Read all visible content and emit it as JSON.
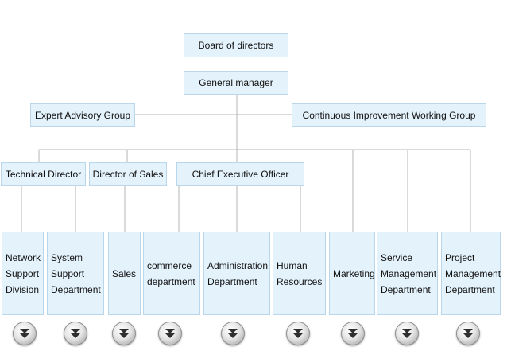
{
  "chart": {
    "top": {
      "board": "Board of directors",
      "gm": "General manager"
    },
    "side_groups": {
      "left": "Expert Advisory Group",
      "right": "Continuous Improvement Working Group"
    },
    "directors": [
      "Technical Director",
      "Director of Sales",
      "Chief Executive Officer"
    ],
    "departments": [
      {
        "label": [
          "Network",
          "Support",
          "Division"
        ]
      },
      {
        "label": [
          "System",
          "Support",
          "Department"
        ]
      },
      {
        "label": [
          "Sales"
        ]
      },
      {
        "label": [
          "commerce",
          "department"
        ]
      },
      {
        "label": [
          "Administration",
          "Department"
        ]
      },
      {
        "label": [
          "Human",
          "Resources"
        ]
      },
      {
        "label": [
          "Marketing"
        ]
      },
      {
        "label": [
          "Service",
          "Management",
          "Department"
        ]
      },
      {
        "label": [
          "Project",
          "Management",
          "Department"
        ]
      }
    ],
    "expand_icon": "expand-down-circle-icon"
  }
}
